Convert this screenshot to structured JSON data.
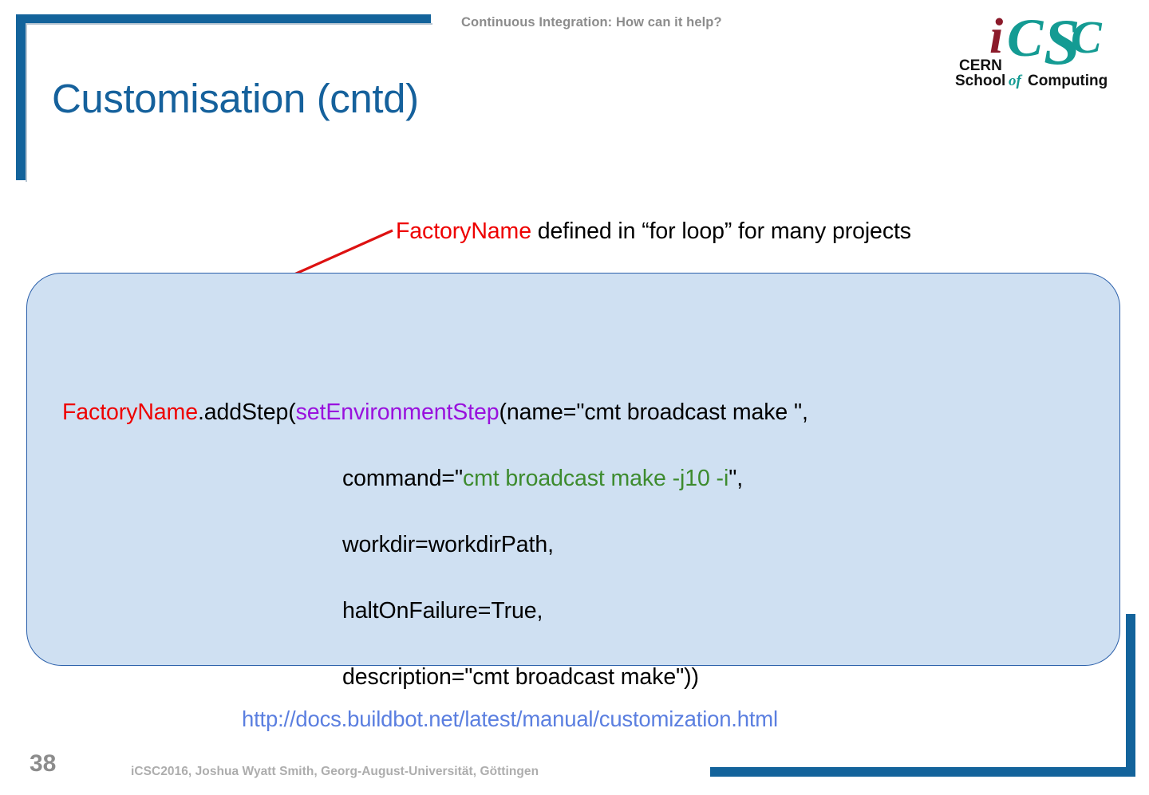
{
  "slide": {
    "header_title": "Continuous Integration: How can it help?",
    "title": "Customisation (cntd)",
    "page_number": "38",
    "footer": "iCSC2016, Joshua Wyatt Smith, Georg-August-Universität, Göttingen",
    "url": "http://docs.buildbot.net/latest/manual/customization.html"
  },
  "logo": {
    "i": "i",
    "c1": "C",
    "s": "S",
    "c2": "C",
    "cern": "CERN",
    "school": "School",
    "of": "of",
    "computing": "Computing"
  },
  "annotation": {
    "highlight": "FactoryName",
    "rest": " defined in “for loop” for many projects"
  },
  "code": {
    "line1_a": "FactoryName",
    "line1_b": ".addStep(",
    "line1_c": "setEnvironmentStep",
    "line1_d": "(name=\"cmt broadcast make \",",
    "line2_a": "command=\"",
    "line2_b": "cmt broadcast make -j10 -i",
    "line2_c": "\",",
    "line3": "workdir=workdirPath,",
    "line4": "haltOnFailure=True,",
    "line5": "description=\"cmt broadcast make\"))"
  },
  "colors": {
    "frame_blue": "#13639b",
    "title_blue": "#15619c",
    "panel_fill": "#cfe0f2",
    "panel_border": "#2a5faa",
    "accent_red": "#ee0000",
    "accent_purple": "#9911dd",
    "accent_green": "#3d8b2e",
    "link_blue": "#5b7fe0",
    "logo_teal": "#149b93",
    "logo_dark_red": "#8b1a2a",
    "footer_gray": "#adadad",
    "header_gray": "#8c8c8c"
  }
}
